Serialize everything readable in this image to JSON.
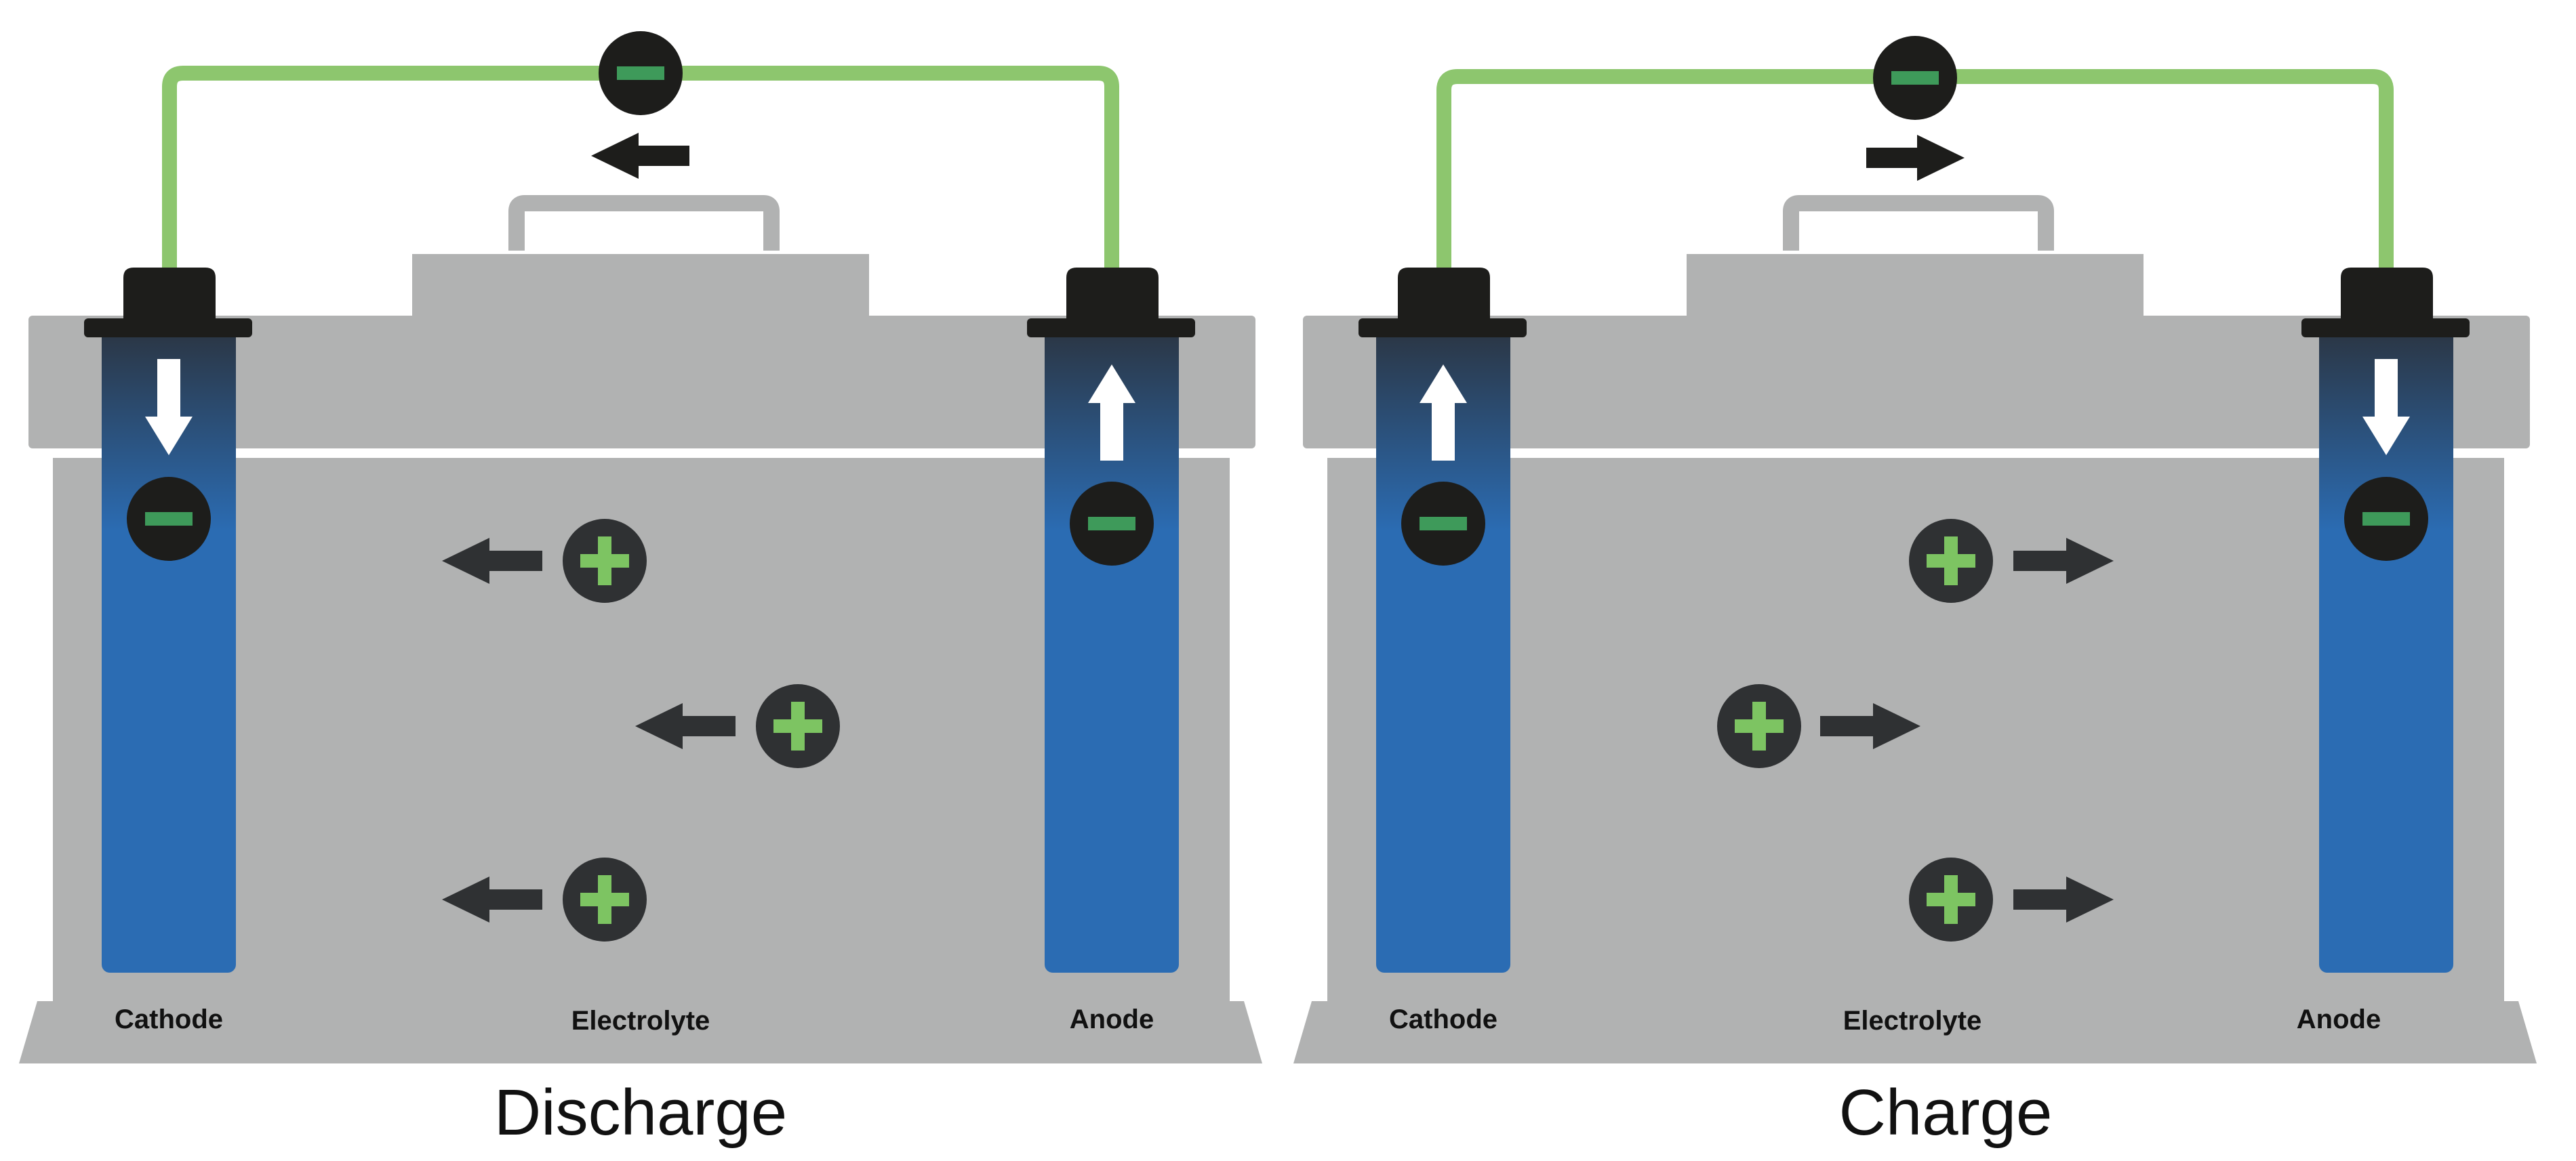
{
  "colors": {
    "wire": "#8dc66e",
    "casing": "#b1b2b2",
    "electrode": "#2b6cb3",
    "ion_fill": "#2f3133",
    "plus_sign": "#7dc462",
    "minus_sign": "#3e9a5a",
    "terminal": "#1d1d1b",
    "arrow_dark": "#2f3133",
    "arrow_light": "#ffffff"
  },
  "icons": {
    "electron": "minus-circle-icon",
    "ion": "plus-circle-icon",
    "flow": "arrow-icon"
  },
  "panels": [
    {
      "id": "discharge",
      "title": "Discharge",
      "labels": {
        "cathode": "Cathode",
        "electrolyte": "Electrolyte",
        "anode": "Anode"
      },
      "electron_flow": "left",
      "ion_flow": "left",
      "cathode_arrow": "down",
      "anode_arrow": "up"
    },
    {
      "id": "charge",
      "title": "Charge",
      "labels": {
        "cathode": "Cathode",
        "electrolyte": "Electrolyte",
        "anode": "Anode"
      },
      "electron_flow": "right",
      "ion_flow": "right",
      "cathode_arrow": "up",
      "anode_arrow": "down"
    }
  ]
}
